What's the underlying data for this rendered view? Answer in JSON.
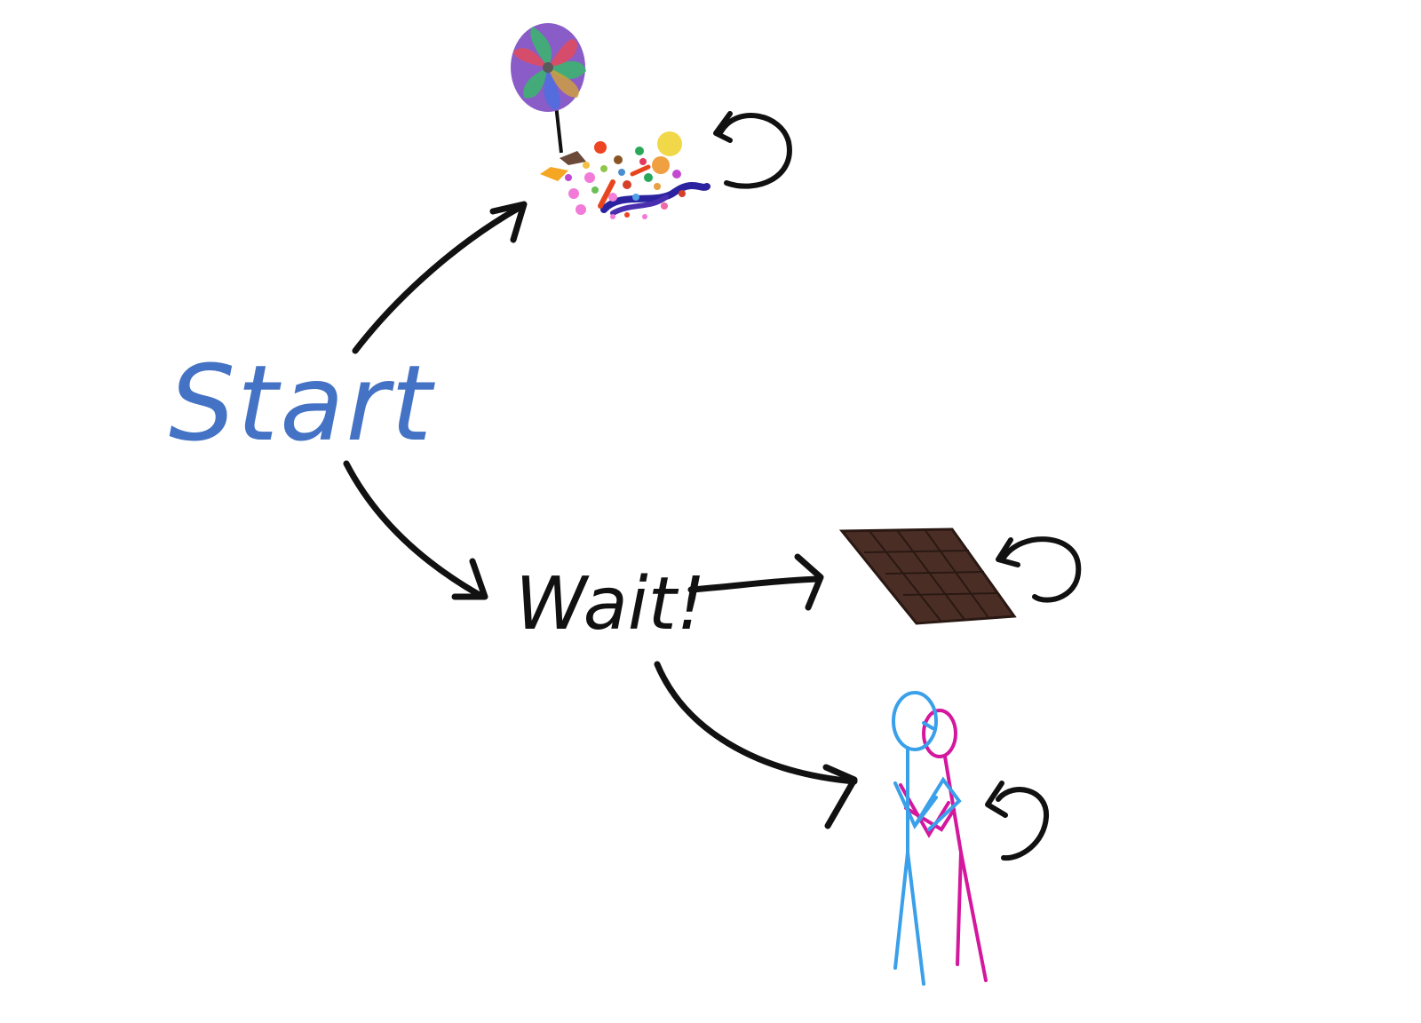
{
  "nodes": {
    "start": {
      "label": "Start",
      "color": "#4472c4"
    },
    "wait": {
      "label": "Wait!",
      "color": "#111111"
    }
  },
  "icons": {
    "candy": "candy-pile-with-lollipop",
    "chocolate": "chocolate-bar",
    "couple": "hugging-couple-stick-figures"
  },
  "colors": {
    "arrow": "#111111",
    "chocolate": "#4a2e26",
    "chocolate_lines": "#2a1812",
    "person_blue": "#3aa0ea",
    "person_pink": "#d4189e"
  }
}
